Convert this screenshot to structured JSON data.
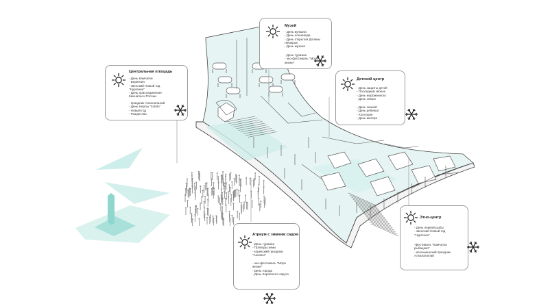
{
  "colors": {
    "accent": "#b9e6e3",
    "accent_dark": "#6fc8c2",
    "line": "#555555",
    "card_border": "#9a9a9a"
  },
  "icons": {
    "summer": "sun-icon",
    "winter": "snowflake-icon"
  },
  "cards": {
    "museum": {
      "title": "Музей",
      "summer": [
        "- День вулкана",
        "- День оленевода",
        "- День открытия Долины",
        "гейзеров",
        "- День музеев"
      ],
      "winter": [
        "- День туризма",
        "- эко-фестиваль \"Море",
        "жизни\""
      ]
    },
    "central": {
      "title": "Центральная площадь",
      "summer": [
        "- День Камчатки",
        "- Берингия",
        "- звенский Новый год",
        "\"Нургенек\"",
        "- День присоединения",
        "Камчатки к России"
      ],
      "winter": [
        "- праздник Алхалалалай",
        "- День Нерпы \"Хololo\"",
        "- Новый год",
        "- Рождество"
      ]
    },
    "children": {
      "title": "Детский центр",
      "summer": [
        "- День защиты детей",
        "- Последний звонок",
        "- День мороженного",
        "- День семьи"
      ],
      "winter": [
        "- День знаний",
        "- День ребенка",
        "- Хэллоуин",
        "- День матери"
      ]
    },
    "atrium": {
      "title": "Атриум с зимним садом",
      "summer": [
        "- День туризма",
        "- Проводы зимы",
        "- корякский праздник",
        "\"Ахсаньт\""
      ],
      "winter": [
        "- эко-фестиваль \"Море",
        "жизни\"",
        "- День города",
        "- День Корякского округа"
      ]
    },
    "ethno": {
      "title": "Этно-центр",
      "summer": [
        "- День первой рыбы",
        "- звенский Новый год",
        "\"Нургенек\""
      ],
      "winter": [
        "-фестиваль \"Камчатка",
        "рыбацкая\"",
        "- ительменский праздник",
        "Алхалалалай"
      ]
    }
  }
}
